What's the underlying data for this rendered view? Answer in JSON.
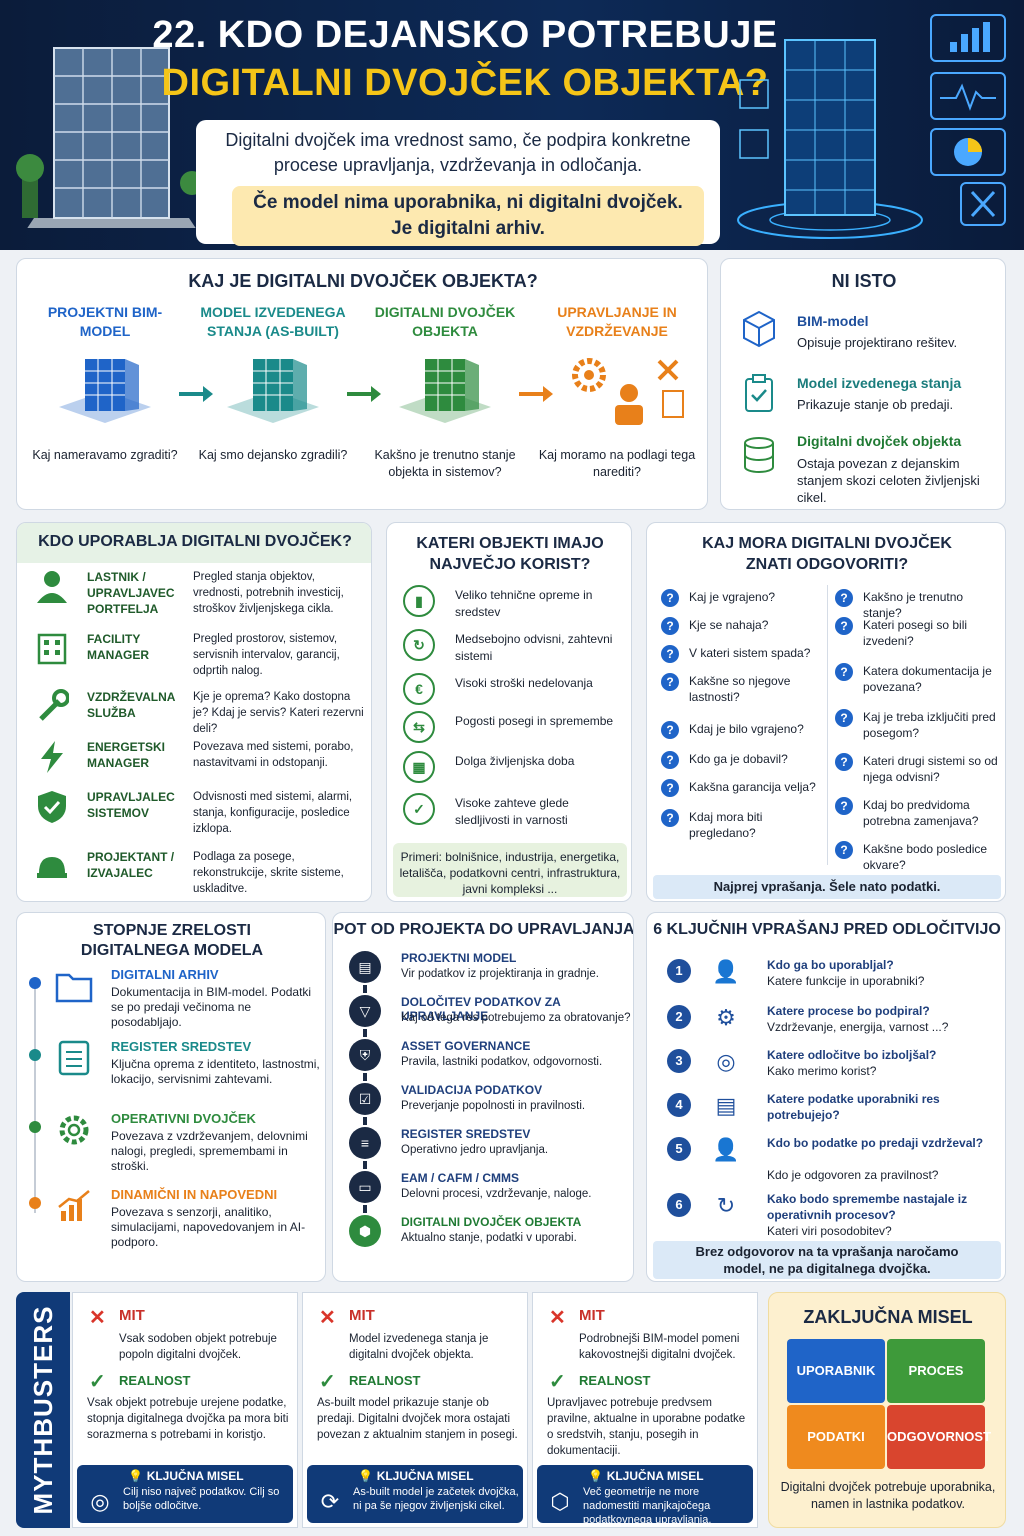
{
  "header": {
    "title_line1": "22. KDO DEJANSKO POTREBUJE",
    "title_line2": "DIGITALNI DVOJČEK OBJEKTA?",
    "intro": "Digitalni dvojček ima vrednost samo, če podpira konkretne procese upravljanja, vzdrževanja in odločanja.",
    "highlight_line1": "Če model nima uporabnika, ni digitalni dvojček.",
    "highlight_line2": "Je digitalni arhiv."
  },
  "what": {
    "title": "KAJ JE DIGITALNI DVOJČEK OBJEKTA?",
    "steps": [
      {
        "title": "PROJEKTNI BIM-MODEL",
        "question": "Kaj nameravamo zgraditi?",
        "color": "#1f64c8"
      },
      {
        "title": "MODEL IZVEDENEGA STANJA (AS-BUILT)",
        "question": "Kaj smo dejansko zgradili?",
        "color": "#1a8a8a"
      },
      {
        "title": "DIGITALNI DVOJČEK OBJEKTA",
        "question": "Kakšno je trenutno stanje objekta in sistemov?",
        "color": "#2e8b3e"
      },
      {
        "title": "UPRAVLJANJE IN VZDRŽEVANJE",
        "question": "Kaj moramo na podlagi tega narediti?",
        "color": "#e8801a"
      }
    ]
  },
  "notsame": {
    "title": "NI ISTO",
    "items": [
      {
        "name": "BIM-model",
        "desc": "Opisuje projektirano rešitev."
      },
      {
        "name": "Model izvedenega stanja",
        "desc": "Prikazuje stanje ob predaji."
      },
      {
        "name": "Digitalni dvojček objekta",
        "desc": "Ostaja povezan z dejanskim stanjem skozi celoten življenjski cikel."
      }
    ]
  },
  "users": {
    "title": "KDO UPORABLJA DIGITALNI DVOJČEK?",
    "items": [
      {
        "role": "LASTNIK / UPRAVLJAVEC PORTFELJA",
        "desc": "Pregled stanja objektov, vrednosti, potrebnih investicij, stroškov življenjskega cikla."
      },
      {
        "role": "FACILITY MANAGER",
        "desc": "Pregled prostorov, sistemov, servisnih intervalov, garancij, odprtih nalog."
      },
      {
        "role": "VZDRŽEVALNA SLUŽBA",
        "desc": "Kje je oprema? Kako dostopna je? Kdaj je servis? Kateri rezervni deli?"
      },
      {
        "role": "ENERGETSKI MANAGER",
        "desc": "Povezava med sistemi, porabo, nastavitvami in odstopanji."
      },
      {
        "role": "UPRAVLJALEC SISTEMOV",
        "desc": "Odvisnosti med sistemi, alarmi, stanja, konfiguracije, posledice izklopa."
      },
      {
        "role": "PROJEKTANT / IZVAJALEC",
        "desc": "Podlaga za posege, rekonstrukcije, skrite sisteme, uskladitve."
      }
    ]
  },
  "objects": {
    "title": "KATERI OBJEKTI IMAJO NAJVEČJO KORIST?",
    "items": [
      "Veliko tehnične opreme in sredstev",
      "Medsebojno odvisni, zahtevni sistemi",
      "Visoki stroški nedelovanja",
      "Pogosti posegi in spremembe",
      "Dolga življenjska doba",
      "Visoke zahteve glede sledljivosti in varnosti"
    ],
    "examples": "Primeri: bolnišnice, industrija, energetika, letališča, podatkovni centri, infrastruktura, javni kompleksi ..."
  },
  "questions": {
    "title": "KAJ MORA DIGITALNI DVOJČEK ZNATI ODGOVORITI?",
    "left": [
      "Kaj je vgrajeno?",
      "Kje se nahaja?",
      "V kateri sistem spada?",
      "Kakšne so njegove lastnosti?",
      "Kdaj je bilo vgrajeno?",
      "Kdo ga je dobavil?",
      "Kakšna garancija velja?",
      "Kdaj mora biti pregledano?"
    ],
    "right": [
      "Kakšno je trenutno stanje?",
      "Kateri posegi so bili izvedeni?",
      "Katera dokumentacija je povezana?",
      "Kaj je treba izključiti pred posegom?",
      "Kateri drugi sistemi so od njega odvisni?",
      "Kdaj bo predvidoma potrebna zamenjava?",
      "Kakšne bodo posledice okvare?"
    ],
    "footer": "Najprej vprašanja. Šele nato podatki."
  },
  "maturity": {
    "title": "STOPNJE ZRELOSTI DIGITALNEGA MODELA",
    "items": [
      {
        "name": "DIGITALNI ARHIV",
        "desc": "Dokumentacija in BIM-model. Podatki se po predaji večinoma ne posodabljajo.",
        "color": "#1f64c8"
      },
      {
        "name": "REGISTER SREDSTEV",
        "desc": "Ključna oprema z identiteto, lastnostmi, lokacijo, servisnimi zahtevami.",
        "color": "#1a8a8a"
      },
      {
        "name": "OPERATIVNI DVOJČEK",
        "desc": "Povezava z vzdrževanjem, delovnimi nalogi, pregledi, spremembami in stroški.",
        "color": "#2e8b3e"
      },
      {
        "name": "DINAMIČNI IN NAPOVEDNI",
        "desc": "Povezava s senzorji, analitiko, simulacijami, napovedovanjem in AI-podporo.",
        "color": "#e8801a"
      }
    ]
  },
  "path": {
    "title": "POT OD PROJEKTA DO UPRAVLJANJA",
    "items": [
      {
        "name": "PROJEKTNI MODEL",
        "desc": "Vir podatkov iz projektiranja in gradnje."
      },
      {
        "name": "DOLOČITEV PODATKOV ZA UPRAVLJANJE",
        "desc": "Kaj od tega res potrebujemo za obratovanje?"
      },
      {
        "name": "ASSET GOVERNANCE",
        "desc": "Pravila, lastniki podatkov, odgovornosti."
      },
      {
        "name": "VALIDACIJA PODATKOV",
        "desc": "Preverjanje popolnosti in pravilnosti."
      },
      {
        "name": "REGISTER SREDSTEV",
        "desc": "Operativno jedro upravljanja."
      },
      {
        "name": "EAM / CAFM / CMMS",
        "desc": "Delovni procesi, vzdrževanje, naloge."
      },
      {
        "name": "DIGITALNI DVOJČEK OBJEKTA",
        "desc": "Aktualno stanje, podatki v uporabi."
      }
    ]
  },
  "keyq": {
    "title": "6 KLJUČNIH VPRAŠANJ PRED ODLOČITVIJO",
    "items": [
      {
        "n": "1",
        "q": "Kdo ga bo uporabljal?",
        "s": "Katere funkcije in uporabniki?"
      },
      {
        "n": "2",
        "q": "Katere procese bo podpiral?",
        "s": "Vzdrževanje, energija, varnost ...?"
      },
      {
        "n": "3",
        "q": "Katere odločitve bo izboljšal?",
        "s": "Kako merimo korist?"
      },
      {
        "n": "4",
        "q": "Katere podatke uporabniki res potrebujejo?",
        "s": ""
      },
      {
        "n": "5",
        "q": "Kdo bo podatke po predaji vzdrževal?",
        "s": "Kdo je odgovoren za pravilnost?"
      },
      {
        "n": "6",
        "q": "Kako bodo spremembe nastajale iz operativnih procesov?",
        "s": "Kateri viri posodobitev?"
      }
    ],
    "footer": "Brez odgovorov na ta vprašanja naročamo model, ne pa digitalnega dvojčka."
  },
  "myth": {
    "label": "MYTHBUSTERS",
    "myth_word": "MIT",
    "real_word": "REALNOST",
    "key_word": "KLJUČNA MISEL",
    "cards": [
      {
        "myth": "Vsak sodoben objekt potrebuje popoln digitalni dvojček.",
        "real": "Vsak objekt potrebuje urejene podatke, stopnja digitalnega dvojčka pa mora biti sorazmerna s potrebami in koristjo.",
        "key": "Cilj niso največ podatkov. Cilj so boljše odločitve."
      },
      {
        "myth": "Model izvedenega stanja je digitalni dvojček objekta.",
        "real": "As-built model prikazuje stanje ob predaji. Digitalni dvojček mora ostajati povezan z aktualnim stanjem in posegi.",
        "key": "As-built model je začetek dvojčka, ni pa še njegov življenjski cikel."
      },
      {
        "myth": "Podrobnejši BIM-model pomeni kakovostnejši digitalni dvojček.",
        "real": "Upravljavec potrebuje predvsem pravilne, aktualne in uporabne podatke o sredstvih, stanju, posegih in dokumentaciji.",
        "key": "Več geometrije ne more nadomestiti manjkajočega podatkovnega upravljanja."
      }
    ]
  },
  "conclusion": {
    "title": "ZAKLJUČNA MISEL",
    "pieces": [
      "UPORABNIK",
      "PROCES",
      "PODATKI",
      "ODGOVORNOST"
    ],
    "text": "Digitalni dvojček potrebuje uporabnika, namen in lastnika podatkov."
  }
}
